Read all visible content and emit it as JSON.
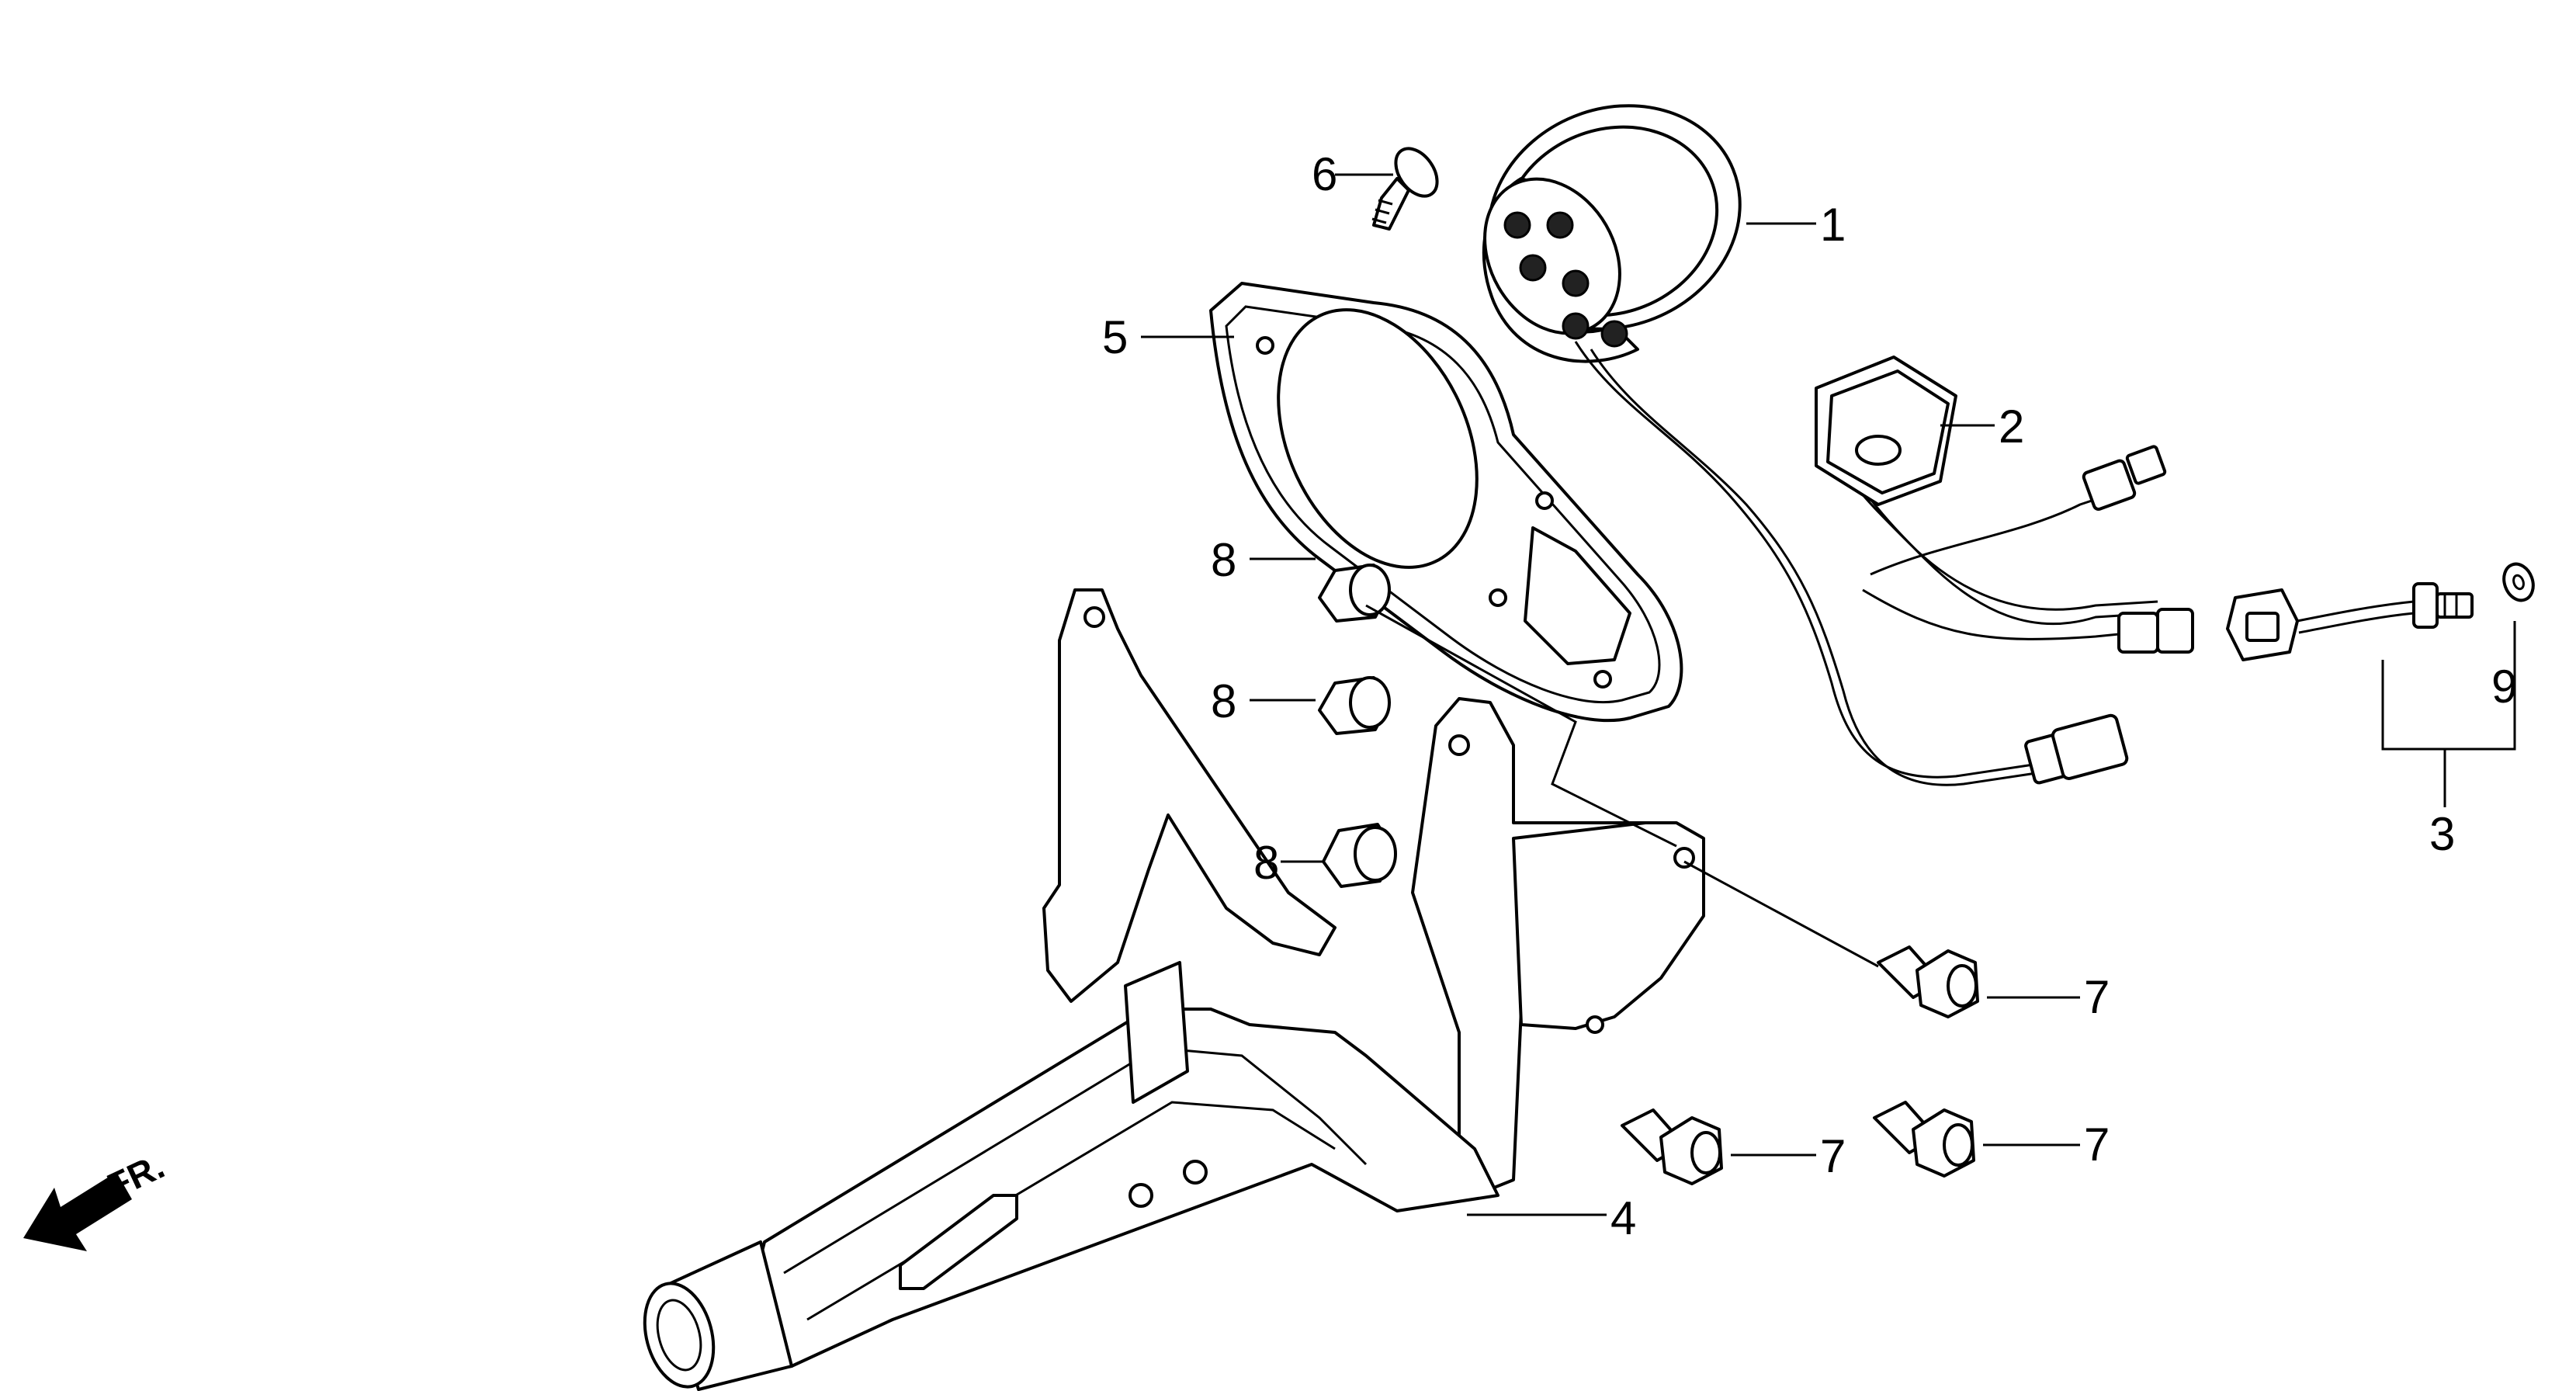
{
  "callouts": {
    "c1": "1",
    "c2": "2",
    "c3": "3",
    "c4": "4",
    "c5": "5",
    "c6": "6",
    "c7a": "7",
    "c7b": "7",
    "c7c": "7",
    "c8a": "8",
    "c8b": "8",
    "c8c": "8",
    "c9": "9"
  },
  "direction": {
    "label": "FR."
  }
}
